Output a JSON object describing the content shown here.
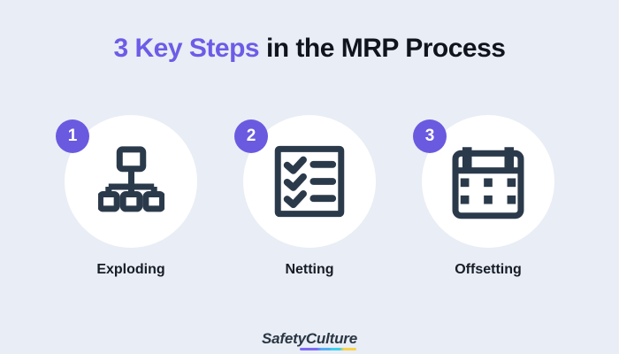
{
  "title": {
    "highlight": "3 Key Steps",
    "rest": "in the MRP Process"
  },
  "steps": [
    {
      "number": "1",
      "label": "Exploding",
      "icon": "hierarchy-tree-icon"
    },
    {
      "number": "2",
      "label": "Netting",
      "icon": "checklist-icon"
    },
    {
      "number": "3",
      "label": "Offsetting",
      "icon": "calendar-icon"
    }
  ],
  "footer": {
    "brand_first": "Safety",
    "brand_second": "Culture"
  },
  "colors": {
    "background": "#E9EDF5",
    "accent_purple": "#6C5CE7",
    "badge_purple": "#6A5AE0",
    "icon_dark": "#2B3A4B",
    "title_dark": "#10151D",
    "label_dark": "#161D27",
    "logo_navy": "#2A3644",
    "underline_gradient": [
      "#7B68F3",
      "#54AEF0",
      "#3CCFEA",
      "#F8D34B"
    ]
  }
}
